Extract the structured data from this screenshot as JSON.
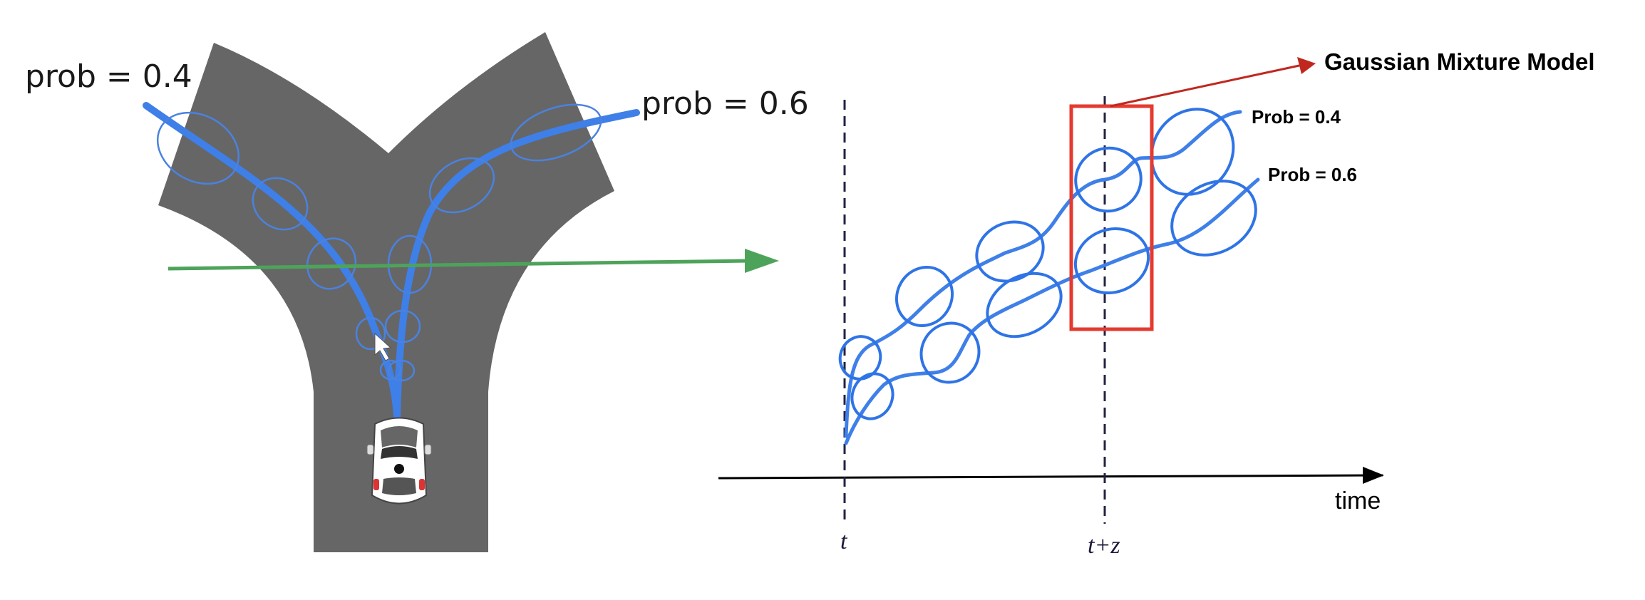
{
  "left_panel": {
    "label_left": "prob = 0.4",
    "label_right": "prob = 0.6"
  },
  "right_panel": {
    "title": "Gaussian Mixture Model",
    "label_upper": "Prob = 0.4",
    "label_lower": "Prob = 0.6",
    "axis_label": "time",
    "tick_t": "t",
    "tick_tz": "t+z"
  },
  "colors": {
    "road": "#666666",
    "trajectory": "#3f7fe8",
    "arrow": "#4ea35a",
    "highlight": "#e43a2f",
    "pointer": "#c0281f"
  }
}
